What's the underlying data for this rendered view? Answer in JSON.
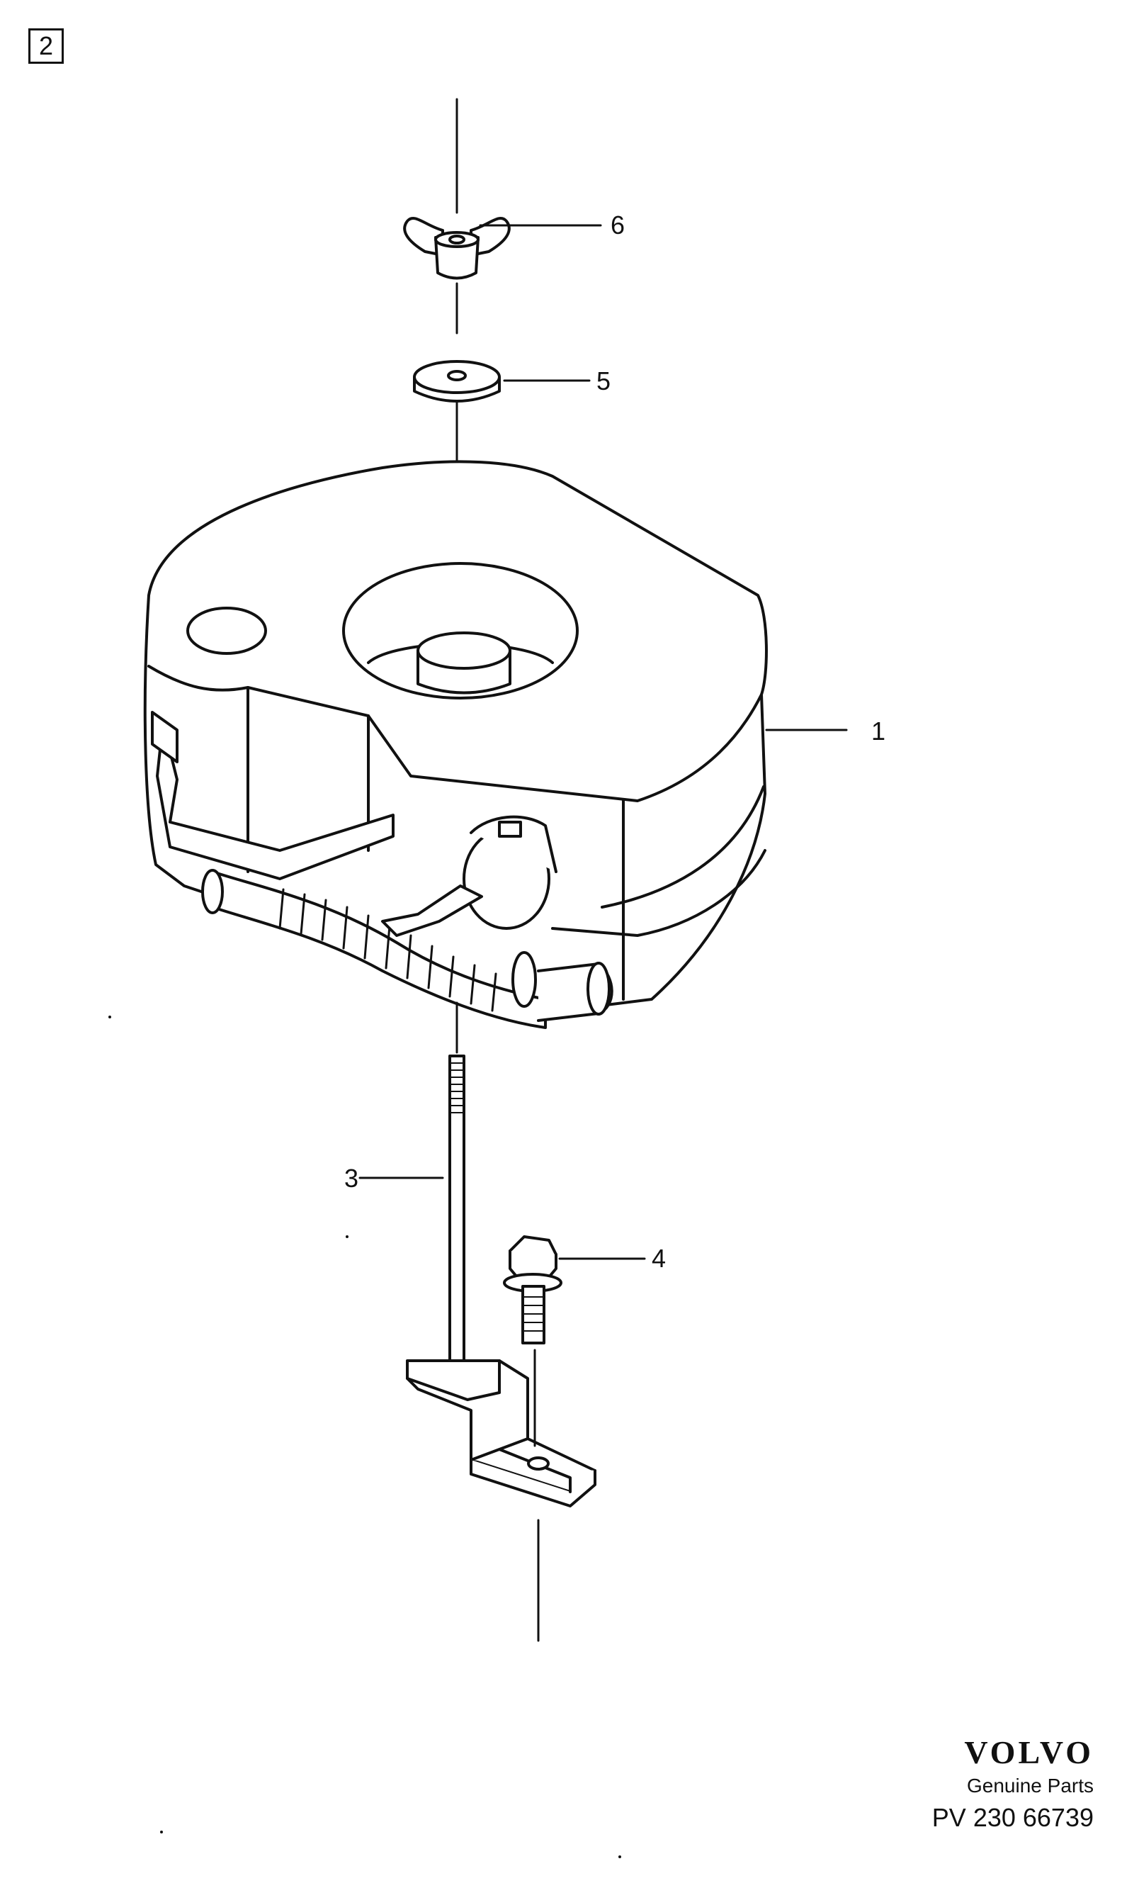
{
  "page_number": "2",
  "callouts": {
    "c1": "1",
    "c3": "3",
    "c4": "4",
    "c5": "5",
    "c6": "6"
  },
  "parts": [
    {
      "ref": "1",
      "icon": "spare-wheel-holder"
    },
    {
      "ref": "3",
      "icon": "threaded-rod"
    },
    {
      "ref": "4",
      "icon": "flange-bolt"
    },
    {
      "ref": "5",
      "icon": "washer"
    },
    {
      "ref": "6",
      "icon": "wing-nut"
    }
  ],
  "brand": {
    "logo_text": "VOLVO",
    "subtitle": "Genuine Parts",
    "code": "PV 230 66739"
  }
}
